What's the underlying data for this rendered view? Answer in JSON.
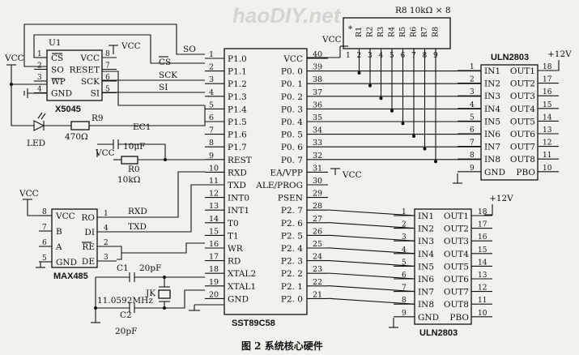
{
  "watermark": "haoDIY.net",
  "caption": "图 2  系统核心硬件",
  "mcu": {
    "name": "SST89C58",
    "left_pins": [
      {
        "num": "1",
        "label": "P1.0"
      },
      {
        "num": "2",
        "label": "P1.1"
      },
      {
        "num": "3",
        "label": "P1.2"
      },
      {
        "num": "4",
        "label": "P1.3"
      },
      {
        "num": "5",
        "label": "P1.4"
      },
      {
        "num": "6",
        "label": "P1.5"
      },
      {
        "num": "7",
        "label": "P1.6"
      },
      {
        "num": "8",
        "label": "P1.7"
      },
      {
        "num": "9",
        "label": "REST"
      },
      {
        "num": "10",
        "label": "RXD"
      },
      {
        "num": "11",
        "label": "TXD"
      },
      {
        "num": "12",
        "label": "INT0"
      },
      {
        "num": "13",
        "label": "INT1"
      },
      {
        "num": "14",
        "label": "T0"
      },
      {
        "num": "15",
        "label": "T1"
      },
      {
        "num": "16",
        "label": "WR"
      },
      {
        "num": "17",
        "label": "RD"
      },
      {
        "num": "18",
        "label": "XTAL2"
      },
      {
        "num": "19",
        "label": "XTAL1"
      },
      {
        "num": "20",
        "label": "GND"
      }
    ],
    "right_pins": [
      {
        "num": "40",
        "label": "VCC"
      },
      {
        "num": "39",
        "label": "P0. 0"
      },
      {
        "num": "38",
        "label": "P0. 1"
      },
      {
        "num": "37",
        "label": "P0. 2"
      },
      {
        "num": "36",
        "label": "P0. 3"
      },
      {
        "num": "35",
        "label": "P0. 4"
      },
      {
        "num": "34",
        "label": "P0. 5"
      },
      {
        "num": "33",
        "label": "P0. 6"
      },
      {
        "num": "32",
        "label": "P0. 7"
      },
      {
        "num": "31",
        "label": "EA/VPP"
      },
      {
        "num": "30",
        "label": "ALE/PROG"
      },
      {
        "num": "29",
        "label": "PSEN"
      },
      {
        "num": "28",
        "label": "P2. 7"
      },
      {
        "num": "27",
        "label": "P2. 6"
      },
      {
        "num": "26",
        "label": "P2. 5"
      },
      {
        "num": "25",
        "label": "P2. 4"
      },
      {
        "num": "24",
        "label": "P2. 3"
      },
      {
        "num": "23",
        "label": "P2. 2"
      },
      {
        "num": "22",
        "label": "P2. 1"
      },
      {
        "num": "21",
        "label": "P2. 0"
      }
    ],
    "ea_vcc": "VCC"
  },
  "x5045": {
    "ref": "U1",
    "name": "X5045",
    "left_pins": [
      {
        "num": "1",
        "label": "CS"
      },
      {
        "num": "2",
        "label": "SO"
      },
      {
        "num": "3",
        "label": "WP"
      },
      {
        "num": "4",
        "label": "GND"
      }
    ],
    "right_pins": [
      {
        "num": "8",
        "label": "VCC"
      },
      {
        "num": "7",
        "label": "RESET"
      },
      {
        "num": "6",
        "label": "SCK"
      },
      {
        "num": "5",
        "label": "SI"
      }
    ],
    "vcc_top": "VCC",
    "vcc_left": "VCC"
  },
  "bus_labels": {
    "so": "SO",
    "cs": "CS",
    "sck": "SCK",
    "si": "SI",
    "rxd": "RXD",
    "txd": "TXD"
  },
  "led": {
    "label": "LED",
    "resistor": "R9",
    "value": "470Ω"
  },
  "reset": {
    "cap": "EC1",
    "cap_value": "10μF",
    "resistor": "R0",
    "res_value": "10kΩ",
    "vcc": "VCC"
  },
  "max485": {
    "name": "MAX485",
    "left_pins": [
      {
        "num": "8",
        "label": "VCC"
      },
      {
        "num": "7",
        "label": "B"
      },
      {
        "num": "6",
        "label": "A"
      },
      {
        "num": "5",
        "label": "GND"
      }
    ],
    "right_pins": [
      {
        "num": "1",
        "label": "RO"
      },
      {
        "num": "4",
        "label": "DI"
      },
      {
        "num": "2",
        "label": "RE"
      },
      {
        "num": "3",
        "label": "DE"
      }
    ],
    "vcc": "VCC"
  },
  "crystal": {
    "c1": "C1",
    "c1_value": "20pF",
    "c2": "C2",
    "c2_value": "20pF",
    "ref": "JK",
    "freq": "11.0592MHz"
  },
  "resnet": {
    "title": "R8  10kΩ × 8",
    "vcc": "VCC",
    "star": "*",
    "labels": [
      "R1",
      "R2",
      "R3",
      "R4",
      "R5",
      "R6",
      "R7",
      "R8"
    ],
    "pins": [
      "1",
      "2",
      "3",
      "4",
      "5",
      "6",
      "7",
      "8",
      "9"
    ]
  },
  "uln_top": {
    "name": "ULN2803",
    "supply": "+12V",
    "in_pins": [
      {
        "num": "1",
        "label": "IN1"
      },
      {
        "num": "2",
        "label": "IN2"
      },
      {
        "num": "3",
        "label": "IN3"
      },
      {
        "num": "4",
        "label": "IN4"
      },
      {
        "num": "5",
        "label": "IN5"
      },
      {
        "num": "6",
        "label": "IN6"
      },
      {
        "num": "7",
        "label": "IN7"
      },
      {
        "num": "8",
        "label": "IN8"
      },
      {
        "num": "9",
        "label": "GND"
      }
    ],
    "out_pins": [
      {
        "num": "18",
        "label": "OUT1"
      },
      {
        "num": "17",
        "label": "OUT2"
      },
      {
        "num": "16",
        "label": "OUT3"
      },
      {
        "num": "15",
        "label": "OUT4"
      },
      {
        "num": "14",
        "label": "OUT5"
      },
      {
        "num": "13",
        "label": "OUT6"
      },
      {
        "num": "12",
        "label": "OUT7"
      },
      {
        "num": "11",
        "label": "OUT8"
      },
      {
        "num": "10",
        "label": "PBO"
      }
    ]
  },
  "uln_bottom": {
    "name": "ULN2803",
    "supply": "+12V",
    "in_pins": [
      {
        "num": "1",
        "label": "IN1"
      },
      {
        "num": "2",
        "label": "IN2"
      },
      {
        "num": "3",
        "label": "IN3"
      },
      {
        "num": "4",
        "label": "IN4"
      },
      {
        "num": "5",
        "label": "IN5"
      },
      {
        "num": "6",
        "label": "IN6"
      },
      {
        "num": "7",
        "label": "IN7"
      },
      {
        "num": "8",
        "label": "IN8"
      },
      {
        "num": "9",
        "label": "GND"
      }
    ],
    "out_pins": [
      {
        "num": "18",
        "label": "OUT1"
      },
      {
        "num": "17",
        "label": "OUT2"
      },
      {
        "num": "16",
        "label": "OUT3"
      },
      {
        "num": "15",
        "label": "OUT4"
      },
      {
        "num": "14",
        "label": "OUT5"
      },
      {
        "num": "13",
        "label": "OUT6"
      },
      {
        "num": "12",
        "label": "OUT7"
      },
      {
        "num": "11",
        "label": "OUT8"
      },
      {
        "num": "10",
        "label": "PBO"
      }
    ]
  }
}
